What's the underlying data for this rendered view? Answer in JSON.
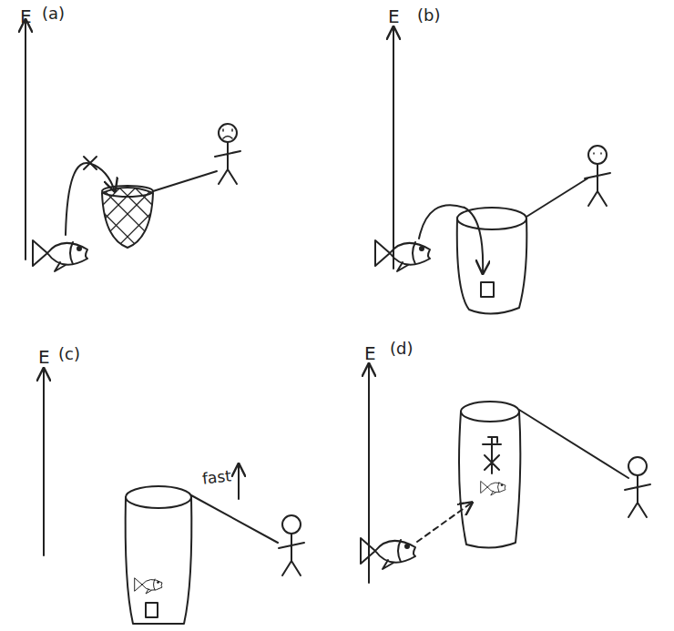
{
  "diagram": {
    "labels": [
      "E",
      "(a)",
      "E",
      "(b)",
      "E",
      "(c)",
      "fast",
      "E",
      "(d)"
    ]
  }
}
